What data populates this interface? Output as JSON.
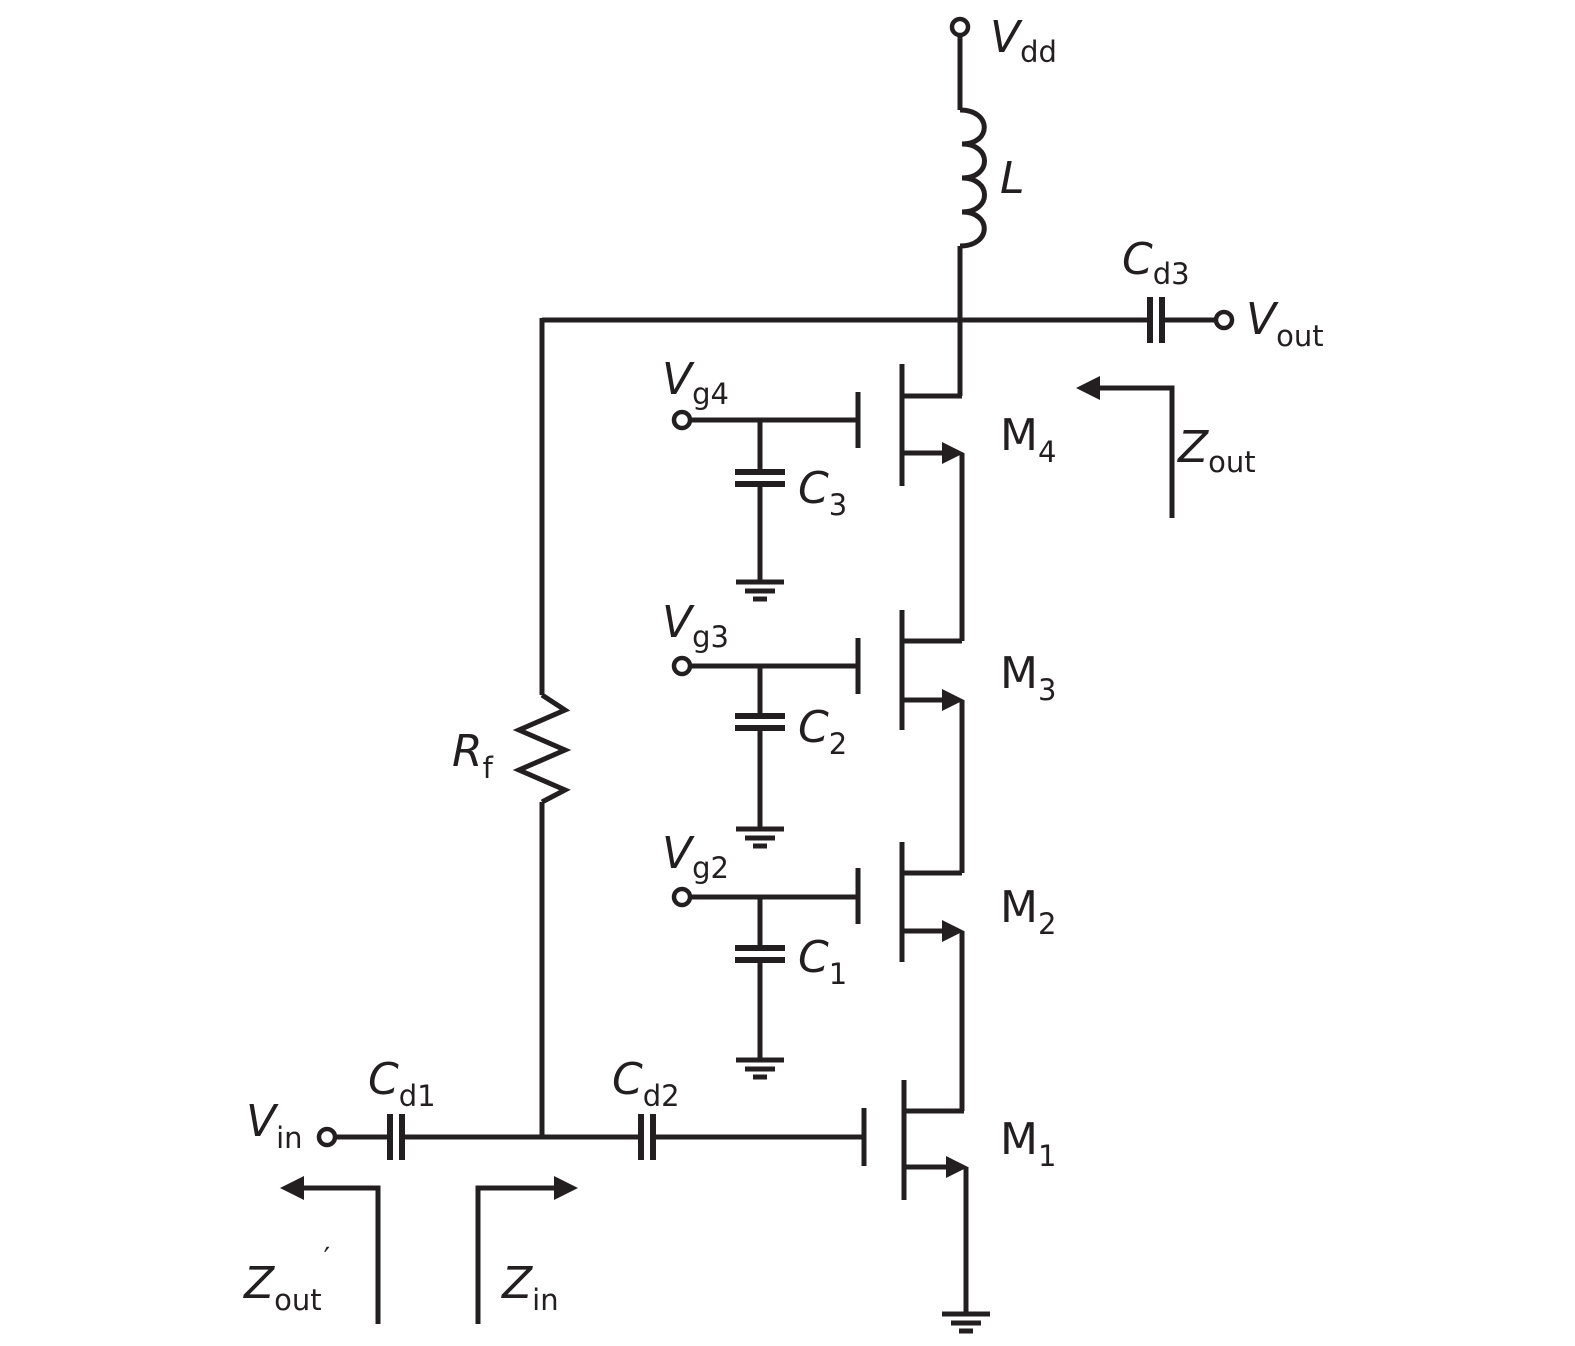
{
  "labels": {
    "vdd": {
      "main": "V",
      "sub": "dd"
    },
    "l": {
      "main": "L"
    },
    "cd3": {
      "main": "C",
      "sub": "d3"
    },
    "vout": {
      "main": "V",
      "sub": "out"
    },
    "zout": {
      "main": "Z",
      "sub": "out"
    },
    "vg4": {
      "main": "V",
      "sub": "g4"
    },
    "c3": {
      "main": "C",
      "sub": "3"
    },
    "m4": {
      "main": "M",
      "sub": "4"
    },
    "vg3": {
      "main": "V",
      "sub": "g3"
    },
    "c2": {
      "main": "C",
      "sub": "2"
    },
    "m3": {
      "main": "M",
      "sub": "3"
    },
    "rf": {
      "main": "R",
      "sub": "f"
    },
    "vg2": {
      "main": "V",
      "sub": "g2"
    },
    "c1": {
      "main": "C",
      "sub": "1"
    },
    "m2": {
      "main": "M",
      "sub": "2"
    },
    "vin": {
      "main": "V",
      "sub": "in"
    },
    "cd1": {
      "main": "C",
      "sub": "d1"
    },
    "cd2": {
      "main": "C",
      "sub": "d2"
    },
    "m1": {
      "main": "M",
      "sub": "1"
    },
    "zoutp": {
      "main": "Z",
      "sub": "out",
      "prime": "′"
    },
    "zin": {
      "main": "Z",
      "sub": "in"
    }
  }
}
